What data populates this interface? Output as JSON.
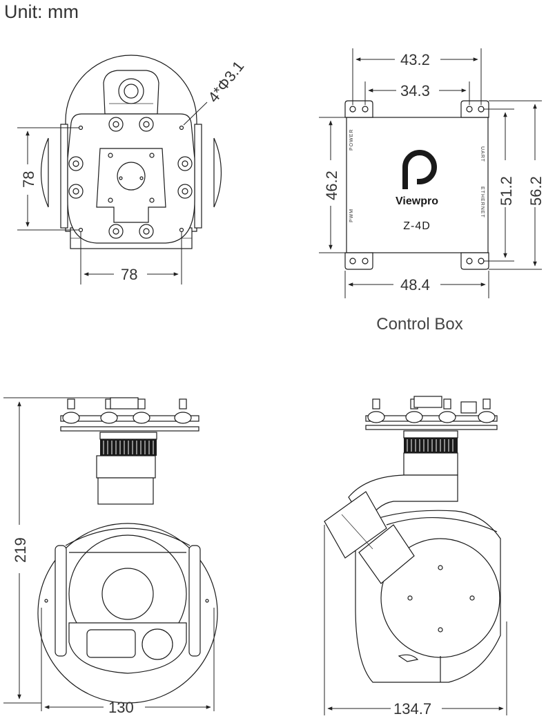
{
  "unit_label": "Unit: mm",
  "top_view": {
    "hole_spec": "4*Φ3.1",
    "height_dim": "78",
    "width_dim": "78"
  },
  "control_box": {
    "caption": "Control Box",
    "width_outer": "43.2",
    "width_inner": "34.3",
    "width_bottom": "48.4",
    "height_left": "46.2",
    "height_right_inner": "51.2",
    "height_right_outer": "56.2",
    "brand": "Viewpro",
    "model": "Z-4D",
    "port_power": "POWER",
    "port_pwm": "PWM",
    "port_uart": "UART",
    "port_ethernet": "ETHERNET"
  },
  "front_view": {
    "height_dim": "219",
    "width_dim": "130"
  },
  "side_view": {
    "width_dim": "134.7"
  }
}
